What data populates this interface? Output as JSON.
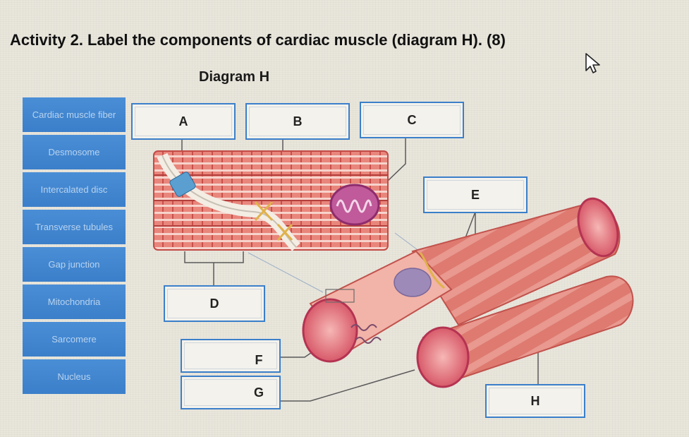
{
  "activity_title": "Activity 2. Label the components of cardiac muscle (diagram H). (8)",
  "diagram_title": "Diagram H",
  "word_bank": [
    "Cardiac muscle fiber",
    "Desmosome",
    "Intercalated disc",
    "Transverse tubules",
    "Gap junction",
    "Mitochondria",
    "Sarcomere",
    "Nucleus"
  ],
  "drop_zones": [
    "A",
    "B",
    "C",
    "D",
    "E",
    "F",
    "G",
    "H"
  ],
  "colors": {
    "bank_blue": "#3b7fca",
    "muscle_red": "#d9706a",
    "mitochondria_purple": "#c05a9a"
  },
  "icons": {
    "cursor": "mouse-pointer-icon"
  }
}
